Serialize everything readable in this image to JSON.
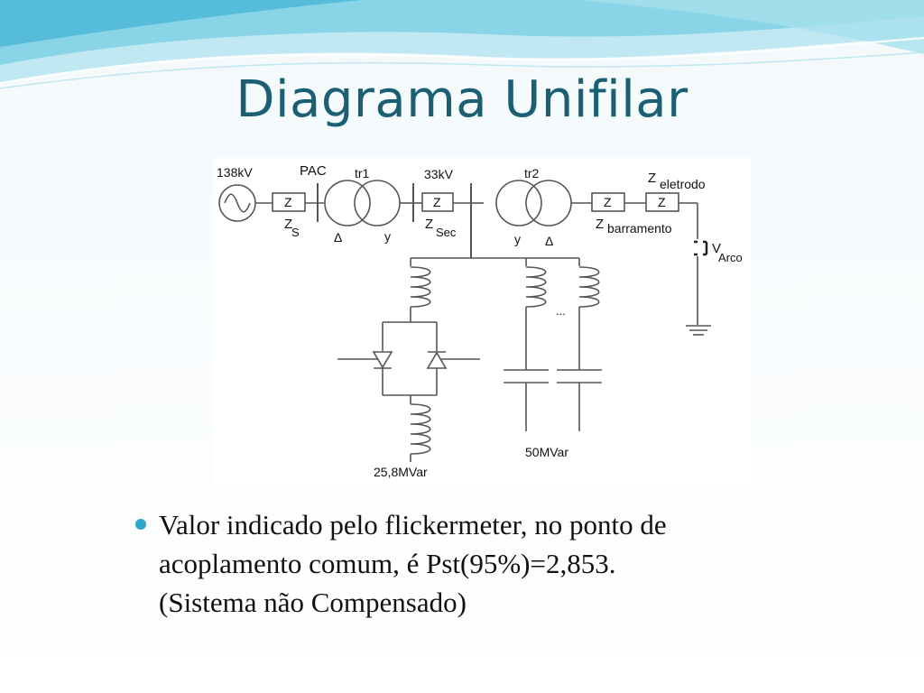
{
  "slide": {
    "title": "Diagrama Unifilar",
    "bullet": "Valor indicado pelo flickermeter, no ponto de\nacoplamento comum, é Pst(95%)=2,853.\n(Sistema não Compensado)"
  },
  "diagram": {
    "source_voltage": "138kV",
    "pac_label": "PAC",
    "tr1_label": "tr1",
    "tr2_label": "tr2",
    "sec_voltage": "33kV",
    "z_symbol": "Z",
    "zs_main": "Z",
    "zs_sub": "S",
    "zsec_main": "Z",
    "zsec_sub": "Sec",
    "zbar_main": "Z",
    "zbar_sub": "barramento",
    "zele_main": "Z",
    "zele_sub": "eletrodo",
    "varc_main": "V",
    "varc_sub": "Arco",
    "delta": "Δ",
    "wye": "y",
    "ellipsis": "...",
    "tcr_rating": "25,8MVar",
    "filter_rating": "50MVar"
  },
  "colors": {
    "title": "#1b5f73",
    "bullet": "#2ca6c9",
    "wave_light": "#bfe8f2",
    "wave_mid": "#7fd0e4",
    "wave_dark": "#3fb4d3",
    "line": "#555555"
  }
}
